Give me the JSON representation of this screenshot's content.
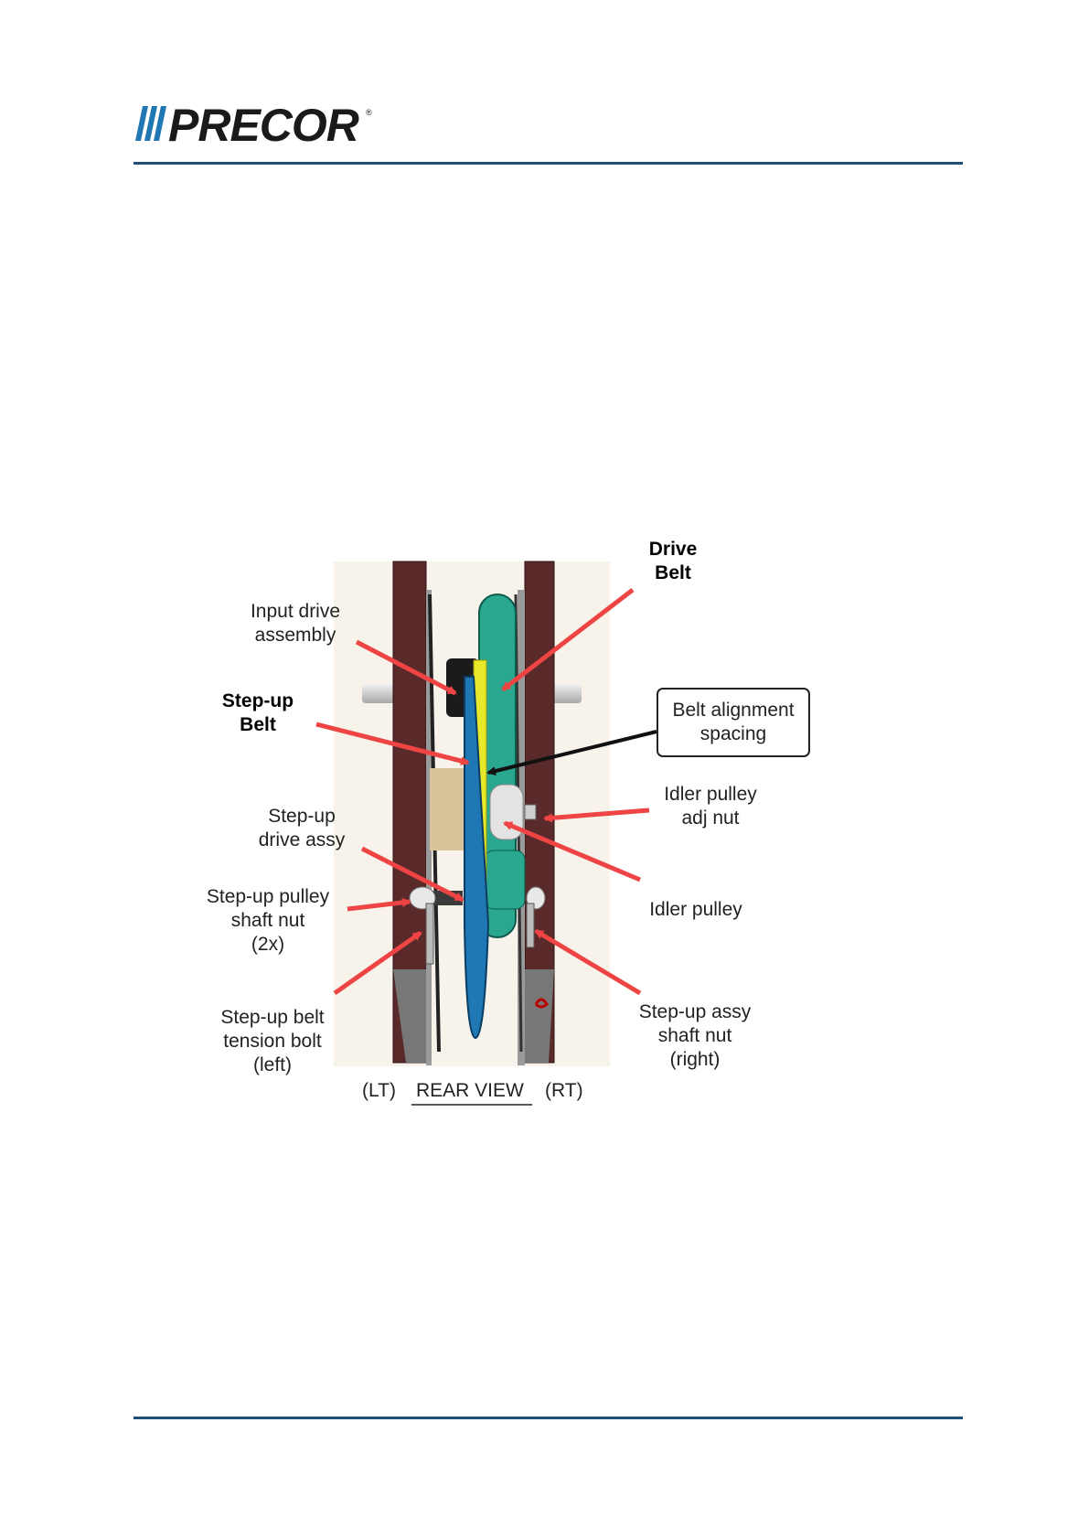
{
  "header": {
    "logo_text": "PRECOR",
    "logo_mark": "®"
  },
  "figure": {
    "labels": {
      "drive_belt": "Drive\nBelt",
      "input_drive_assembly": "Input drive\nassembly",
      "step_up_belt": "Step-up\nBelt",
      "belt_alignment_spacing": "Belt alignment\nspacing",
      "idler_pulley_adj_nut": "Idler pulley\nadj nut",
      "step_up_drive_assy": "Step-up\ndrive assy",
      "idler_pulley": "Idler pulley",
      "step_up_pulley_shaft_nut": "Step-up pulley\nshaft nut\n(2x)",
      "step_up_belt_tension_bolt": "Step-up belt\ntension bolt\n(left)",
      "step_up_assy_shaft_nut": "Step-up assy\nshaft nut\n(right)"
    },
    "caption": {
      "left": "(LT)",
      "center": "REAR VIEW",
      "right": "(RT)"
    },
    "colors": {
      "frame": "#5a2a2a",
      "drive_belt": "#2aa78f",
      "step_up_belt": "#1f77b4",
      "spacer": "#e8e82a",
      "arrow": "#ee4444",
      "rule": "#1f4e79"
    }
  }
}
